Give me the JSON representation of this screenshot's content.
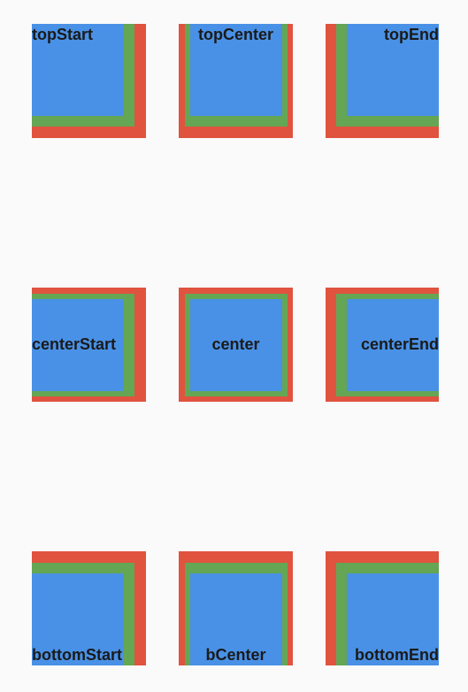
{
  "colors": {
    "background": "#fafafa",
    "outer_square": "#E0533F",
    "middle_square": "#64A654",
    "inner_square": "#4991E6",
    "label_text": "#1a1a1a"
  },
  "tiles": [
    {
      "label": "topStart"
    },
    {
      "label": "topCenter"
    },
    {
      "label": "topEnd"
    },
    {
      "label": "centerStart"
    },
    {
      "label": "center"
    },
    {
      "label": "centerEnd"
    },
    {
      "label": "bottomStart"
    },
    {
      "label": "bCenter"
    },
    {
      "label": "bottomEnd"
    }
  ]
}
